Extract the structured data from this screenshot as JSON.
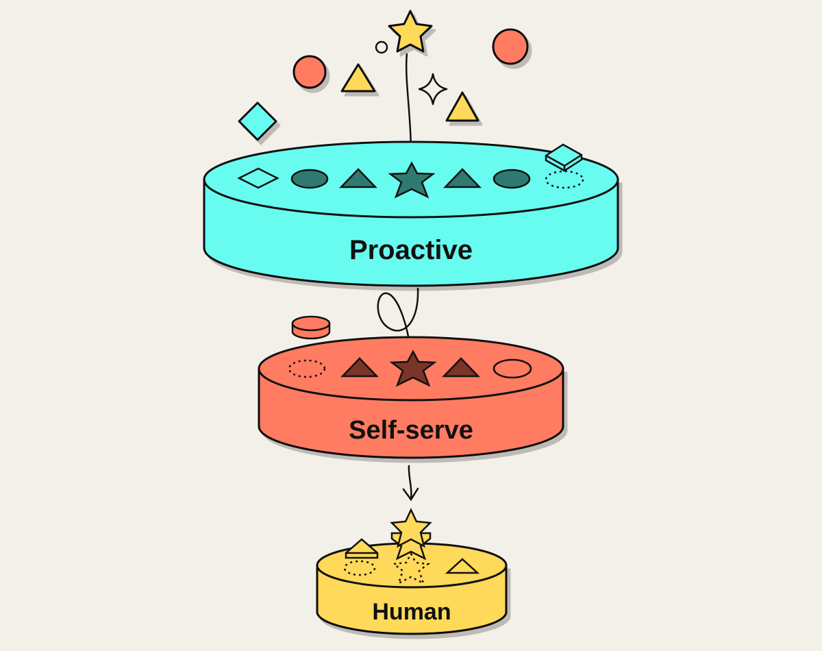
{
  "tiers": {
    "proactive": {
      "label": "Proactive",
      "color": "#68fbf0",
      "accent": "#2f7a70"
    },
    "self_serve": {
      "label": "Self-serve",
      "color": "#ff7b62",
      "accent": "#7a3428"
    },
    "human": {
      "label": "Human",
      "color": "#ffd95a"
    }
  },
  "colors": {
    "background": "#f3f0ea",
    "outline": "#111111",
    "star": "#ffd95a",
    "triangle": "#ffd95a",
    "circle": "#ff7b62",
    "diamond": "#68fbf0"
  }
}
